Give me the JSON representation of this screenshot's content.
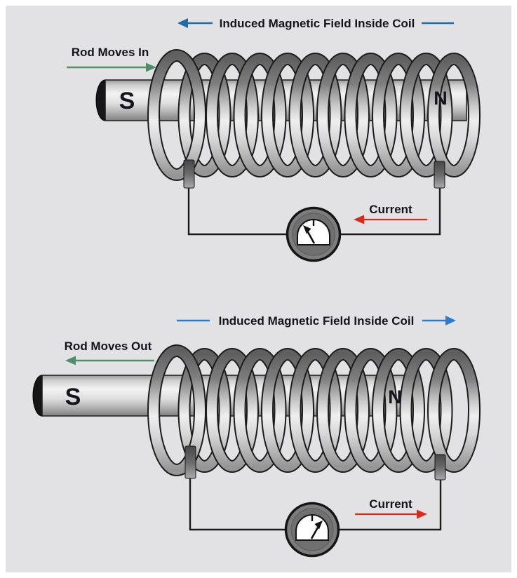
{
  "colors": {
    "background": "#e2e2e4",
    "ink": "#14141d",
    "field_blue_top": "#1e6ca8",
    "field_blue_bottom": "#2b7ccf",
    "motion_green": "#4e8e69",
    "current_red": "#d92a1e",
    "wire": "#1a1a1a"
  },
  "panels": [
    {
      "field_label": "Induced Magnetic Field Inside Coil",
      "field_direction": "left",
      "rod_label": "Rod Moves In",
      "rod_direction": "right",
      "pole_south": "S",
      "pole_north": "N",
      "current_label": "Current",
      "current_direction": "left",
      "needle_deflection": "left"
    },
    {
      "field_label": "Induced Magnetic Field Inside Coil",
      "field_direction": "right",
      "rod_label": "Rod Moves Out",
      "rod_direction": "left",
      "pole_south": "S",
      "pole_north": "N",
      "current_label": "Current",
      "current_direction": "right",
      "needle_deflection": "right"
    }
  ]
}
